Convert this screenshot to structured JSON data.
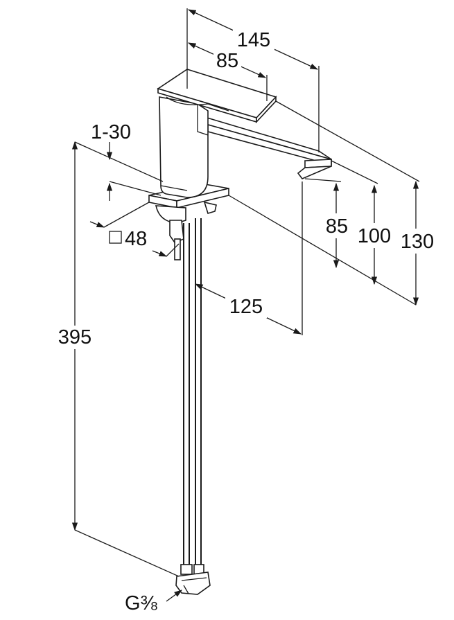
{
  "dimensions": {
    "d145": "145",
    "d85_top": "85",
    "d1_30": "1-30",
    "d48": "48",
    "d85_right": "85",
    "d100": "100",
    "d130": "130",
    "d125": "125",
    "d395": "395",
    "thread": "G⅜"
  },
  "colors": {
    "line": "#1a1a1a",
    "background": "#ffffff"
  },
  "icons": {
    "square_symbol": "square-outline-icon"
  }
}
